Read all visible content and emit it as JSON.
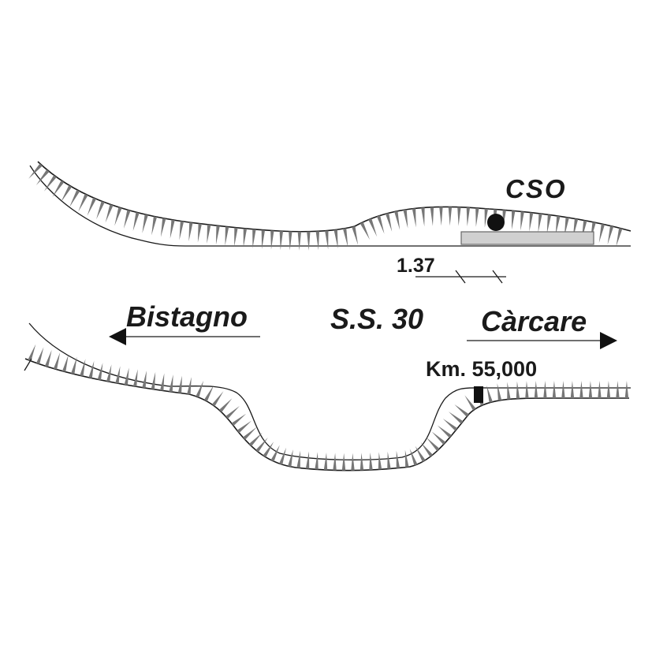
{
  "labels": {
    "cso": "CSO",
    "offset": "1.37",
    "left_direction": "Bistagno",
    "road_name": "S.S. 30",
    "right_direction": "Càrcare",
    "kilometer": "Km. 55,000"
  },
  "colors": {
    "line": "#1a1a1a",
    "hatch": "#777777",
    "slab_fill": "#d0d0d0",
    "slab_stroke": "#666666",
    "marker": "#111111"
  },
  "icons": {
    "left_arrow": "arrow-left-icon",
    "right_arrow": "arrow-right-icon",
    "station": "station-dot-icon",
    "km_post": "km-post-icon"
  }
}
